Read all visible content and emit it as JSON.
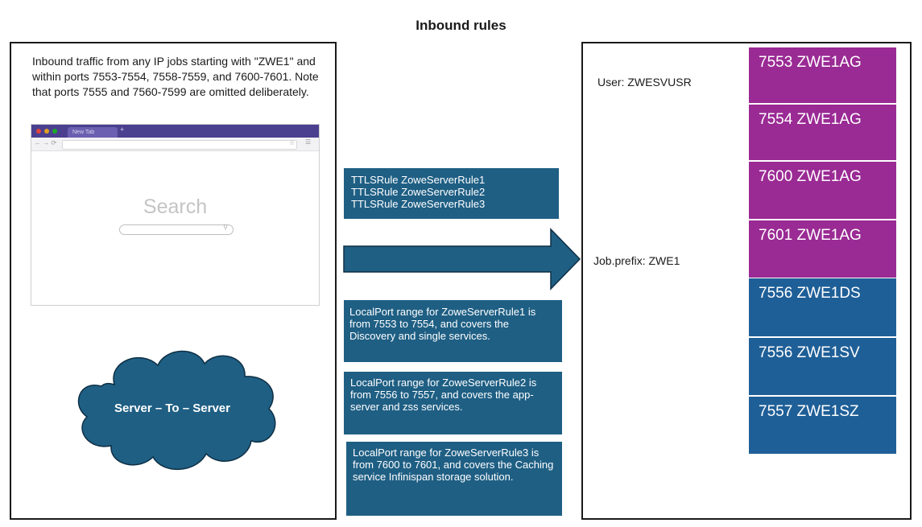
{
  "title": "Inbound rules",
  "left_panel": {
    "description": "Inbound traffic from any IP jobs starting with \"ZWE1\" and within ports 7553-7554, 7558-7559, and 7600-7601. Note that ports 7555 and 7560-7599 are omitted deliberately.",
    "browser": {
      "tab_label": "New Tab",
      "search_text": "Search"
    },
    "cloud_label": "Server – To – Server"
  },
  "rules": {
    "lines": [
      "TTLSRule ZoweServerRule1",
      "TTLSRule ZoweServerRule2",
      "TTLSRule ZoweServerRule3"
    ]
  },
  "rule_descriptions": [
    "LocalPort range for ZoweServerRule1 is from 7553 to 7554, and covers the Discovery and single services.",
    "LocalPort range for ZoweServerRule2 is from 7556 to 7557, and covers the app-server and zss services.",
    "LocalPort range for ZoweServerRule3 is from 7600 to 7601, and covers the Caching service Infinispan storage solution."
  ],
  "right_panel": {
    "user_label": "User: ZWESVUSR",
    "job_prefix_label": "Job.prefix: ZWE1",
    "ports": [
      {
        "label": "7553 ZWE1AG",
        "color": "#9a2a94"
      },
      {
        "label": "7554 ZWE1AG",
        "color": "#9a2a94"
      },
      {
        "label": "7600 ZWE1AG",
        "color": "#9a2a94"
      },
      {
        "label": "7601 ZWE1AG",
        "color": "#9a2a94"
      },
      {
        "label": "7556 ZWE1DS",
        "color": "#1f5f97"
      },
      {
        "label": "7556 ZWE1SV",
        "color": "#1f5f97"
      },
      {
        "label": "7557 ZWE1SZ",
        "color": "#1f5f97"
      }
    ]
  },
  "colors": {
    "info_box": "#1f5f84",
    "arrow": "#1f5f84",
    "cloud": "#1f5f84",
    "purple_port": "#9a2a94",
    "blue_port": "#1f5f97"
  }
}
